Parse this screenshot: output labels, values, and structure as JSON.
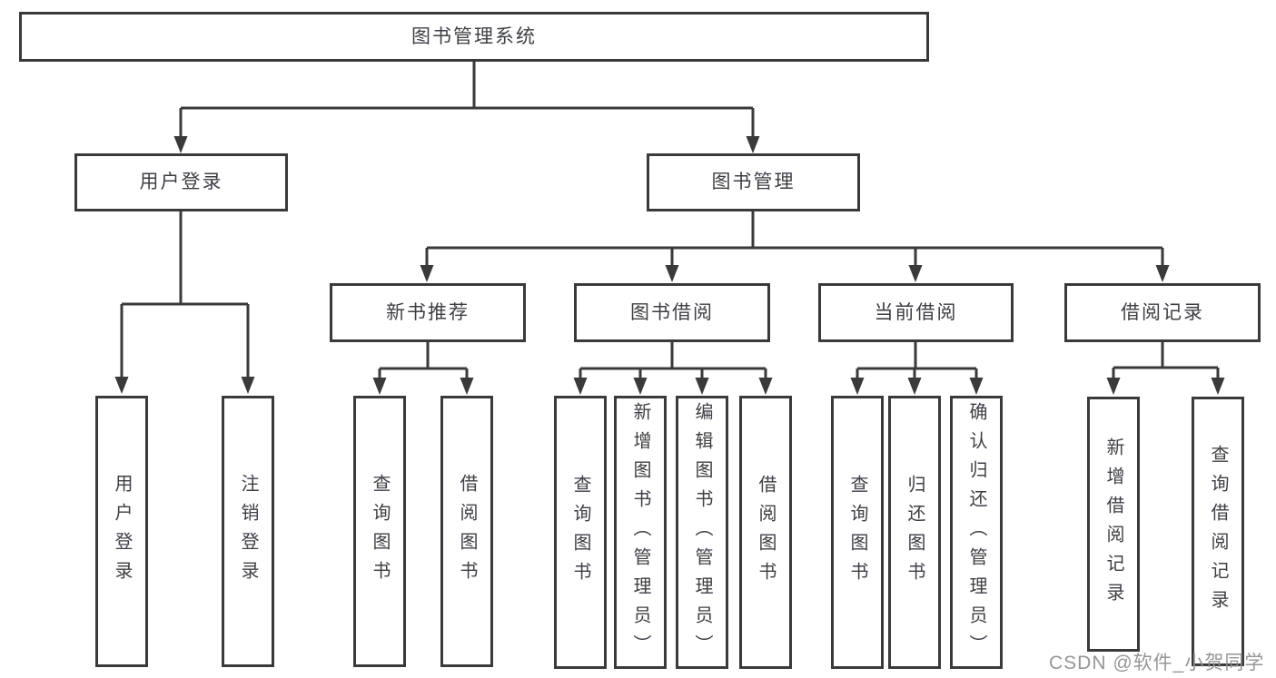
{
  "diagram": {
    "root": {
      "label": "图书管理系统"
    },
    "level2": [
      {
        "label": "用户登录"
      },
      {
        "label": "图书管理"
      }
    ],
    "level3": [
      {
        "label": "新书推荐"
      },
      {
        "label": "图书借阅"
      },
      {
        "label": "当前借阅"
      },
      {
        "label": "借阅记录"
      }
    ],
    "leaves": [
      {
        "label": "用户登录",
        "parent": "用户登录"
      },
      {
        "label": "注销登录",
        "parent": "用户登录"
      },
      {
        "label": "查询图书",
        "parent": "新书推荐"
      },
      {
        "label": "借阅图书",
        "parent": "新书推荐"
      },
      {
        "label": "查询图书",
        "parent": "图书借阅"
      },
      {
        "label": "新增图书（管理员）",
        "parent": "图书借阅"
      },
      {
        "label": "编辑图书（管理员）",
        "parent": "图书借阅"
      },
      {
        "label": "借阅图书",
        "parent": "图书借阅"
      },
      {
        "label": "查询图书",
        "parent": "当前借阅"
      },
      {
        "label": "归还图书",
        "parent": "当前借阅"
      },
      {
        "label": "确认归还（管理员）",
        "parent": "当前借阅"
      },
      {
        "label": "新增借阅记录",
        "parent": "借阅记录"
      },
      {
        "label": "查询借阅记录",
        "parent": "借阅记录"
      }
    ]
  },
  "watermark": {
    "text": "CSDN @软件_小贺同学"
  },
  "colors": {
    "line": "#3a3a3a",
    "box_border": "#3a3a3a",
    "text": "#3d3f45",
    "watermark": "#919191",
    "background": "#ffffff"
  }
}
